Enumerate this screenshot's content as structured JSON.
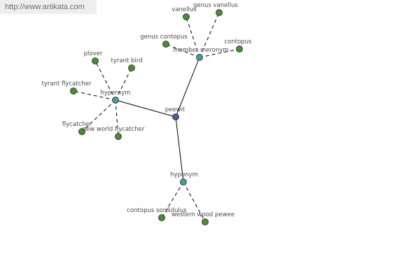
{
  "watermark": "http://www.artikata.com",
  "colors": {
    "center": "#4a5aa0",
    "relation": "#4e9a96",
    "leaf": "#4e8a3e"
  },
  "center": {
    "label": "peewit"
  },
  "relations": [
    {
      "label": "member meronym",
      "leaves": [
        "vanellus",
        "genus vanellus",
        "genus contopus",
        "contopus"
      ]
    },
    {
      "label": "hypernym",
      "leaves": [
        "plover",
        "tyrant bird",
        "tyrant flycatcher",
        "flycatcher",
        "new world flycatcher"
      ]
    },
    {
      "label": "hyponym",
      "leaves": [
        "contopus sordidulus",
        "western wood pewee"
      ]
    }
  ]
}
